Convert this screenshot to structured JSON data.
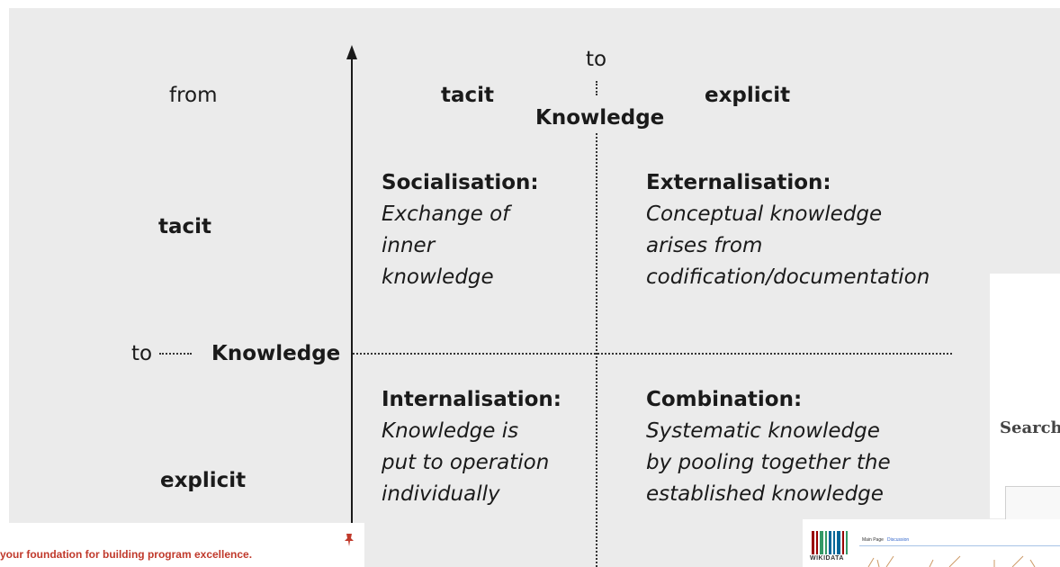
{
  "diagram": {
    "top_axis": {
      "from_label": "from",
      "to_label": "to",
      "knowledge_label": "Knowledge",
      "col_tacit": "tacit",
      "col_explicit": "explicit"
    },
    "left_axis": {
      "row_tacit": "tacit",
      "row_explicit": "explicit",
      "to_label": "to",
      "knowledge_label": "Knowledge"
    },
    "quadrants": {
      "socialisation": {
        "title": "Socialisation:",
        "desc": "Exchange of\ninner\nknowledge"
      },
      "externalisation": {
        "title": "Externalisation:",
        "desc": "Conceptual knowledge\narises from\ncodification/documentation"
      },
      "internalisation": {
        "title": "Internalisation:",
        "desc": "Knowledge is\nput to operation\nindividually"
      },
      "combination": {
        "title": "Combination:",
        "desc": "Systematic knowledge\nby pooling  together the\nestablished knowledge"
      }
    }
  },
  "overlays": {
    "banner_text": "your foundation for building program excellence.",
    "search_label": "Search :",
    "wiki_logo_text": "WIKIDATA",
    "wiki_tab_main": "Main Page",
    "wiki_tab_discussion": "Discussion"
  },
  "colors": {
    "background": "#ebebeb",
    "text": "#1a1a1a",
    "banner_text": "#c0392b",
    "link": "#3366cc"
  }
}
